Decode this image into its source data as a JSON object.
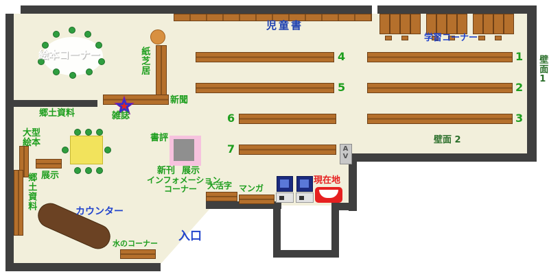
{
  "labels": {
    "ehon_corner": "絵本コーナー",
    "kamishibai": "紙芝居",
    "jido_sho": "児童書",
    "gakushu_corner": "学習コーナー",
    "hekimen_1": "壁面1",
    "hekimen_2": "壁面 2",
    "shinbun": "新聞",
    "kyodo_shiryo_upper": "郷土資料",
    "zasshi": "雑誌",
    "ogata_ehon": "大型絵本",
    "tenji_shelf": "展示",
    "kyodo_shiryo_lower": "郷土資料",
    "shohyo": "書評",
    "shinkan": "新刊",
    "tenji_display": "展示",
    "information_line1": "インフォメーション",
    "information_line2": "コーナー",
    "counter": "カウンター",
    "mizu_corner": "水のコーナー",
    "daikatsuji": "大活字",
    "manga": "マンガ",
    "genzaichi": "現在地",
    "entrance": "入口",
    "av": "AV"
  },
  "numbers": {
    "n1": "1",
    "n2": "2",
    "n3": "3",
    "n4": "4",
    "n5": "5",
    "n6": "6",
    "n7": "7"
  },
  "colors": {
    "floor": "#f2efdb",
    "wall": "#3f3f3f",
    "shelf_brown": "#b5702c",
    "counter_brown": "#6b4223",
    "label_green": "#1e9e1e",
    "label_dark_green": "#2a6e2a",
    "label_blue": "#2244cc",
    "marker_red": "#e62020",
    "display_pink": "#f6c2de",
    "table_yellow": "#f2e35c",
    "chair_green": "#2f9e3f",
    "star_blue": "#2a35cf",
    "star_red": "#e02525"
  }
}
